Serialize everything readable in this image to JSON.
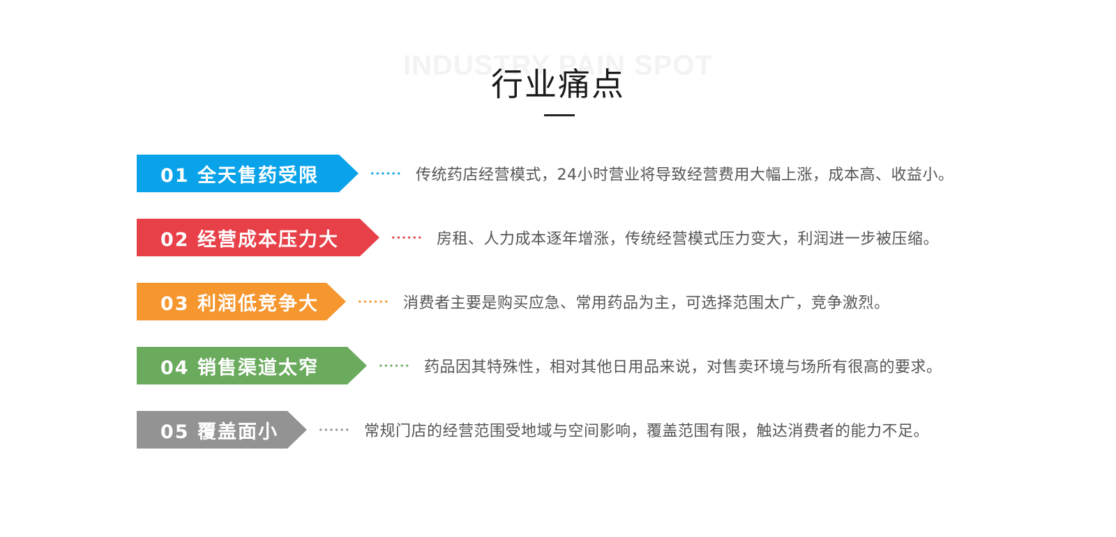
{
  "header": {
    "watermark": "INDUSTRY PAIN SPOT",
    "title": "行业痛点"
  },
  "items": [
    {
      "label": "01 全天售药受限",
      "description": "传统药店经营模式，24小时营业将导致经营费用大幅上涨，成本高、收益小。",
      "color": "#0aa3ea"
    },
    {
      "label": "02 经营成本压力大",
      "description": "房租、人力成本逐年增涨，传统经营模式压力变大，利润进一步被压缩。",
      "color": "#e84049"
    },
    {
      "label": "03 利润低竞争大",
      "description": "消费者主要是购买应急、常用药品为主，可选择范围太广，竞争激烈。",
      "color": "#f5962e"
    },
    {
      "label": "04 销售渠道太窄",
      "description": "药品因其特殊性，相对其他日用品来说，对售卖环境与场所有很高的要求。",
      "color": "#6aab5e"
    },
    {
      "label": "05 覆盖面小",
      "description": "常规门店的经营范围受地域与空间影响，覆盖范围有限，触达消费者的能力不足。",
      "color": "#939393"
    }
  ]
}
